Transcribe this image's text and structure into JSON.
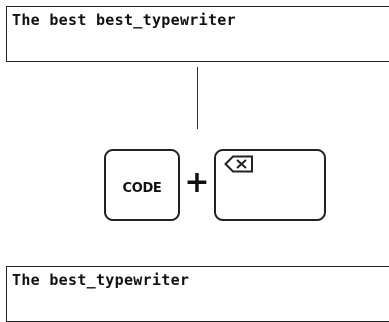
{
  "top_display": {
    "text": "The best best_typewriter"
  },
  "keys": {
    "code_label": "CODE",
    "plus_sign": "+",
    "backspace_icon": "backspace-icon"
  },
  "bottom_display": {
    "text": "The best_typewriter"
  }
}
